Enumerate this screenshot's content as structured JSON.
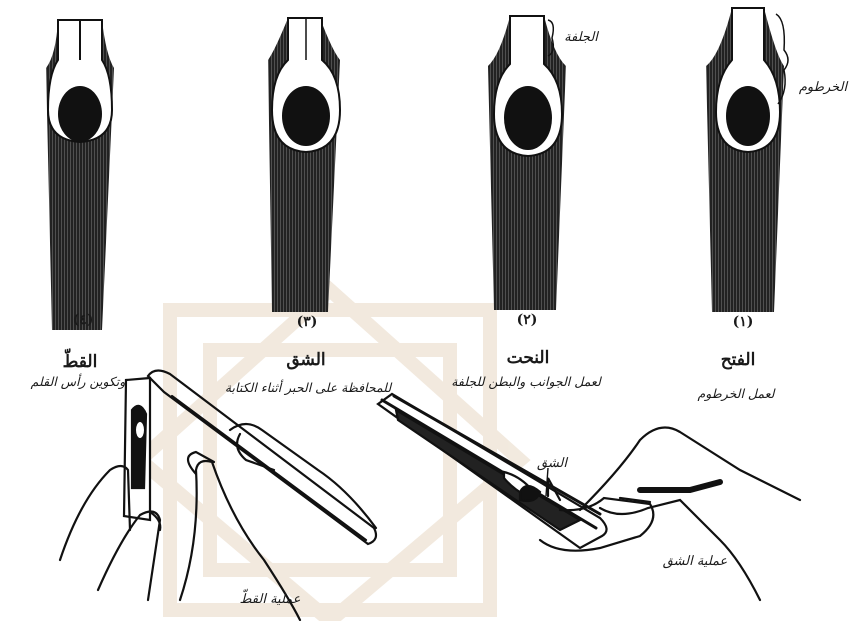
{
  "pens": [
    {
      "number": "(٤)",
      "title": "القطّ",
      "subtitle": "وتكوين رأس القلم"
    },
    {
      "number": "(٣)",
      "title": "الشق",
      "subtitle": "للمحافظة على الحبر أثناء الكتابة"
    },
    {
      "number": "(٢)",
      "title": "النحت",
      "subtitle": "لعمل الجوانب والبطن للجلفة"
    },
    {
      "number": "(١)",
      "title": "الفتح",
      "subtitle": "لعمل الخرطوم"
    }
  ],
  "annotations": {
    "jalfa": "الجلفة",
    "khartoum": "الخرطوم",
    "shaqq_mark": "الشق",
    "process_qatt": "عملية القطّ",
    "process_shaqq": "عملية الشق"
  },
  "colors": {
    "ink": "#1a1a1a",
    "paper": "#ffffff",
    "watermark": "#e8d8c4"
  }
}
